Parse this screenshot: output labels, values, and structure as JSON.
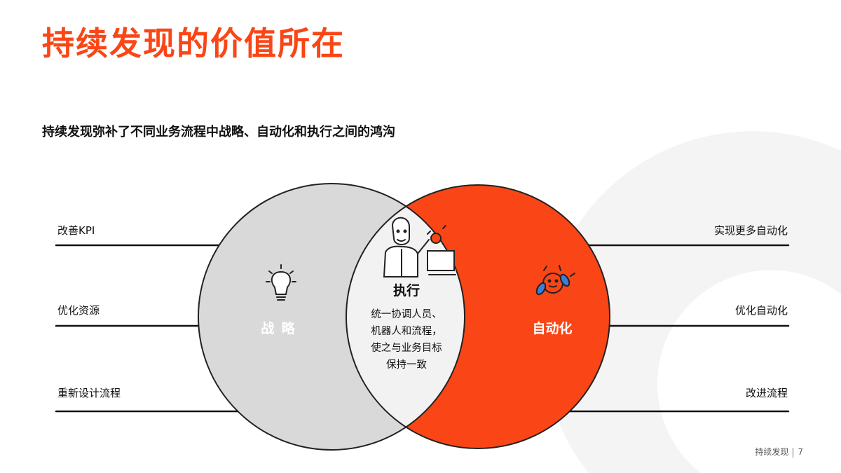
{
  "title": "持续发现的价值所在",
  "subtitle": "持续发现弥补了不同业务流程中战略、自动化和执行之间的鸿沟",
  "left_items": [
    "改善KPI",
    "优化资源",
    "重新设计流程"
  ],
  "right_items": [
    "实现更多自动化",
    "优化自动化",
    "改进流程"
  ],
  "strategy": {
    "label": "战 略",
    "icon": "lightbulb-icon"
  },
  "automation": {
    "label": "自动化",
    "icon": "robot-icon"
  },
  "execution": {
    "title": "执行",
    "lines": [
      "统一协调人员、",
      "机器人和流程，",
      "使之与业务目标",
      "保持一致"
    ],
    "icon": "person-at-computer-icon"
  },
  "footer": {
    "section": "持续发现",
    "page": "7"
  },
  "colors": {
    "accent": "#fa4616",
    "gray_circle": "#d9d9d9",
    "center": "#f2f2f2",
    "text": "#111111"
  }
}
